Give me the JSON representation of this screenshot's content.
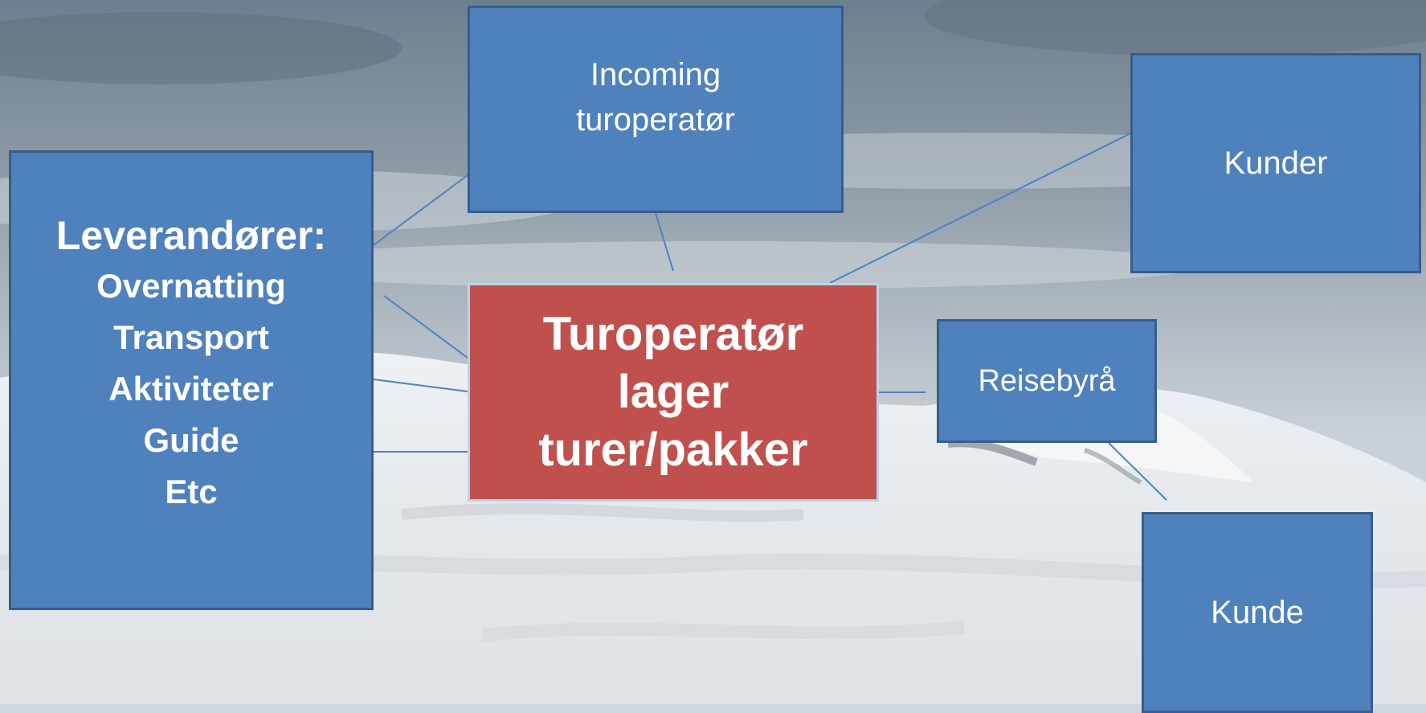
{
  "diagram": {
    "center": {
      "lines": [
        "Turoperatør",
        "lager",
        "turer/pakker"
      ]
    },
    "suppliers": {
      "heading": "Leverandører:",
      "items": [
        "Overnatting",
        "Transport",
        "Aktiviteter",
        "Guide",
        "Etc"
      ]
    },
    "incoming": {
      "lines": [
        "Incoming",
        "turoperatør"
      ]
    },
    "customers": {
      "label": "Kunder"
    },
    "travel_agency": {
      "label": "Reisebyrå"
    },
    "customer": {
      "label": "Kunde"
    },
    "colors": {
      "box_blue": "#4f81bd",
      "box_blue_border": "#385d8a",
      "box_red": "#c0504d",
      "connector": "#4f81bd"
    }
  }
}
